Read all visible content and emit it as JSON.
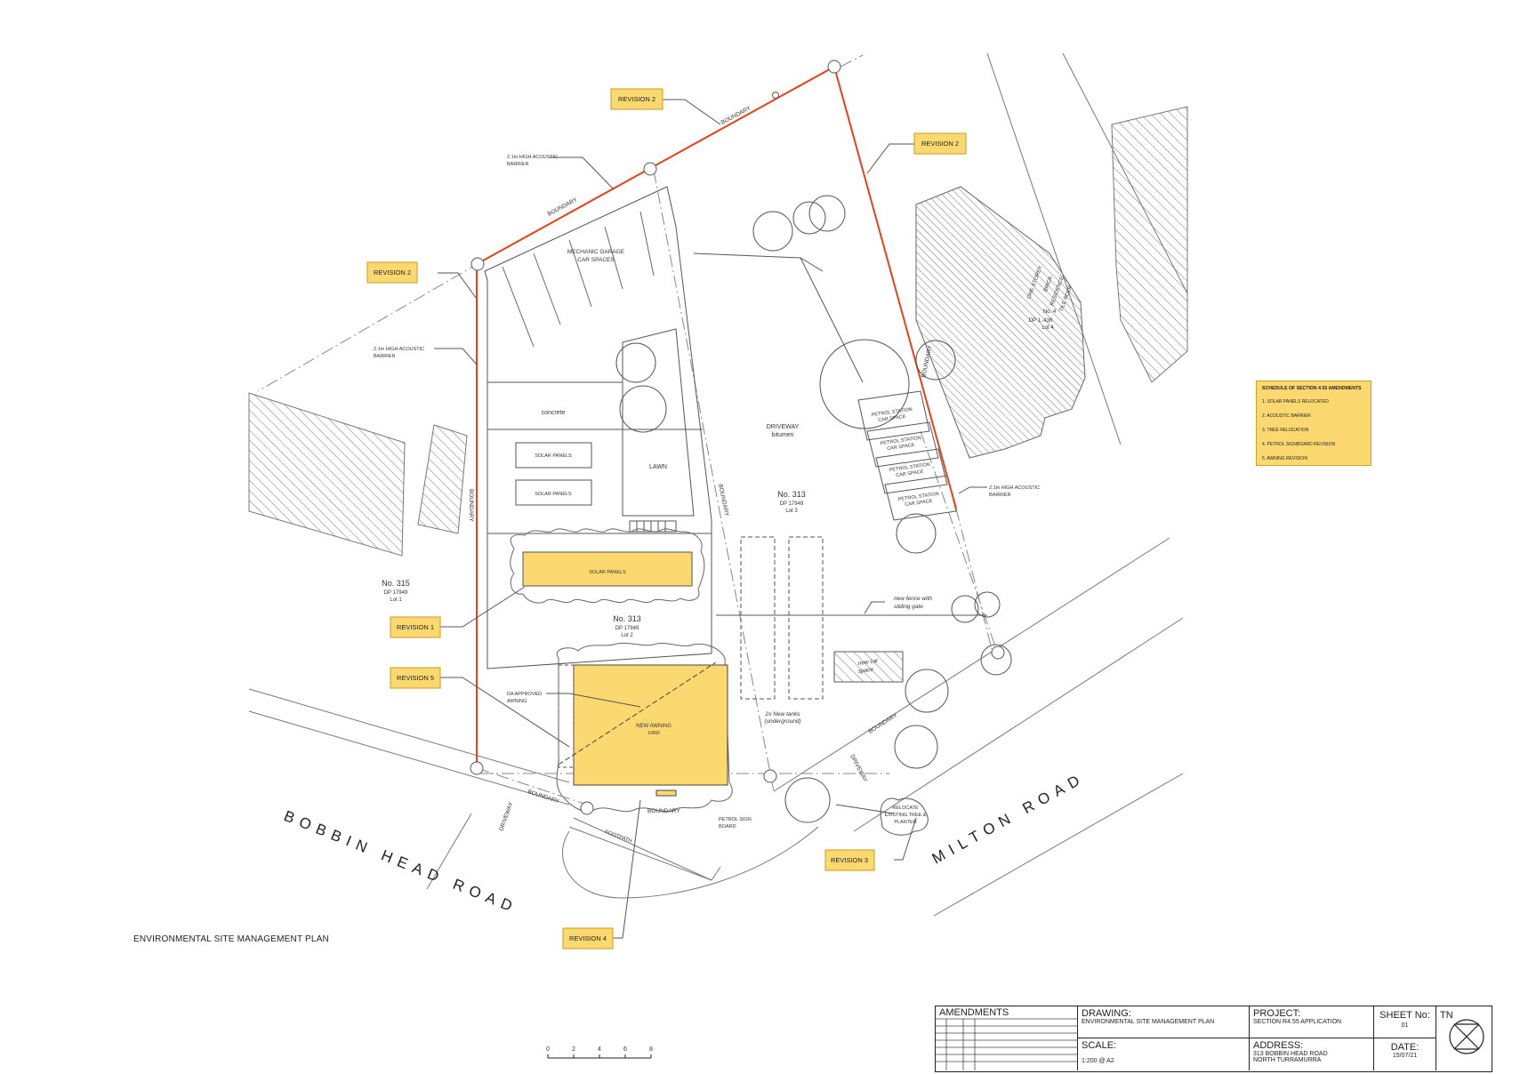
{
  "drawing_title": "ENVIRONMENTAL SITE MANAGEMENT PLAN",
  "roads": {
    "bobbin": "BOBBIN HEAD ROAD",
    "milton": "MILTON ROAD"
  },
  "revisions": {
    "r2a": "REVISION 2",
    "r2b": "REVISION 2",
    "r2c": "REVISION 2",
    "r1": "REVISION 1",
    "r5": "REVISION 5",
    "r3": "REVISION 3",
    "r4": "REVISION 4"
  },
  "labels": {
    "boundary": "BOUNDARY",
    "acoustic1": "2.1m HIGH ACOUSTIC",
    "acoustic2": "BARRIER",
    "mech1": "MECHANIC GARAGE",
    "mech2": "CAR SPACES",
    "concrete": "concrete",
    "solar": "SOLAR PANELS",
    "lawn": "LAWN",
    "driveway": "DRIVEWAY",
    "bitumen": "bitumen",
    "lot3_no": "No. 313",
    "lot3_dp": "DP 17949",
    "lot3_lot": "Lot 3",
    "lot2_no": "No. 313",
    "lot2_dp": "DP 17949",
    "lot2_lot": "Lot 2",
    "lot1_no": "No. 315",
    "lot1_dp": "DP 17949",
    "lot1_lot": "Lot 1",
    "petrol1": "PETROL STATION",
    "petrol2": "CAR SPACE",
    "fence1": "new fence with",
    "fence2": "sliding gate",
    "newcar1": "new car",
    "newcar2": "space",
    "tanks1": "2x New tanks",
    "tanks2": "(underground)",
    "da1": "DA APPROVED",
    "da2": "AWNING",
    "awning": "NEW AWNING",
    "awning_dim": "10000",
    "petrolsign1": "PETROL SIGN",
    "petrolsign2": "BOARD",
    "relocate1": "RELOCATE",
    "relocate2": "EXISTING TREE &",
    "relocate3": "PLANTER",
    "footpath": "FOOTPATH",
    "res1": "ONE STOREY",
    "res2": "BRICK",
    "res3": "RESIDENCE",
    "res4": "TILE ROOF",
    "res5": "No. 4",
    "res6": "DP 1..436",
    "res7": "Lot 4"
  },
  "legend": {
    "title": "SCHEDULE OF SECTION 4.55 AMENDMENTS",
    "items": [
      "1. SOLAR PANELS RELOCATED",
      "2. ACOUSTIC BARRIER",
      "3. TREE RELOCATION",
      "4. PETROL SIGNBOARD REVISION",
      "5. AWNING REVISION"
    ]
  },
  "scale_bar": {
    "ticks": [
      "0",
      "2",
      "4",
      "6",
      "8"
    ]
  },
  "title_block": {
    "amendments": "AMENDMENTS",
    "drawing_h": "DRAWING:",
    "drawing_v": "ENVIRONMENTAL SITE MANAGEMENT PLAN",
    "scale_h": "SCALE:",
    "scale_v": "1:200 @ A2",
    "project_h": "PROJECT:",
    "project_v": "SECTION R4.55 APPLICATION",
    "address_h": "ADDRESS:",
    "address_v1": "313 BOBBIN HEAD ROAD",
    "address_v2": "NORTH TURRAMURRA",
    "sheet_h": "SHEET No:",
    "sheet_v": "01",
    "date_h": "DATE:",
    "date_v": "15/07/21",
    "tn": "TN"
  },
  "colors": {
    "revision_fill": "#fcd970",
    "revision_border": "#c99a1f",
    "boundary_red": "#e8401c",
    "awning_fill": "#fcd970",
    "line": "#555555"
  }
}
